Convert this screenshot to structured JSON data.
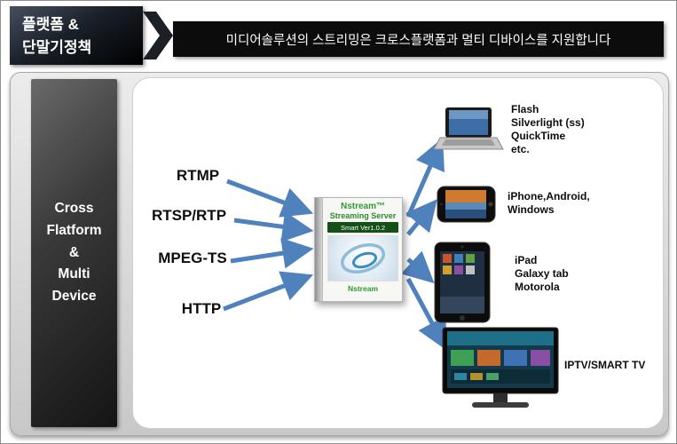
{
  "header": {
    "title_line1": "플랫폼 &",
    "title_line2": "단말기정책",
    "banner": "미디어솔루션의 스트리밍은 크로스플랫폼과 멀티 디바이스를 지원합니다"
  },
  "sidebar": {
    "lines": [
      "Cross",
      "Flatform",
      "&",
      "Multi",
      "Device"
    ]
  },
  "diagram": {
    "arrow_color": "#4f81bd",
    "protocols": [
      "RTMP",
      "RTSP/RTP",
      "MPEG-TS",
      "HTTP"
    ],
    "server_box": {
      "brand": "Nstream™",
      "product": "Streaming Server",
      "version": "Smart Ver1.0.2",
      "footer": "Nstream"
    },
    "devices": [
      {
        "icon": "laptop-icon",
        "label_lines": [
          "Flash",
          "Silverlight (ss)",
          "QuickTime",
          "etc."
        ]
      },
      {
        "icon": "smartphone-icon",
        "label_lines": [
          "iPhone,Android,",
          "Windows"
        ]
      },
      {
        "icon": "tablet-icon",
        "label_lines": [
          "iPad",
          "Galaxy tab",
          "Motorola"
        ]
      },
      {
        "icon": "smart-tv-icon",
        "label_lines": [
          "IPTV/SMART TV"
        ]
      }
    ]
  }
}
